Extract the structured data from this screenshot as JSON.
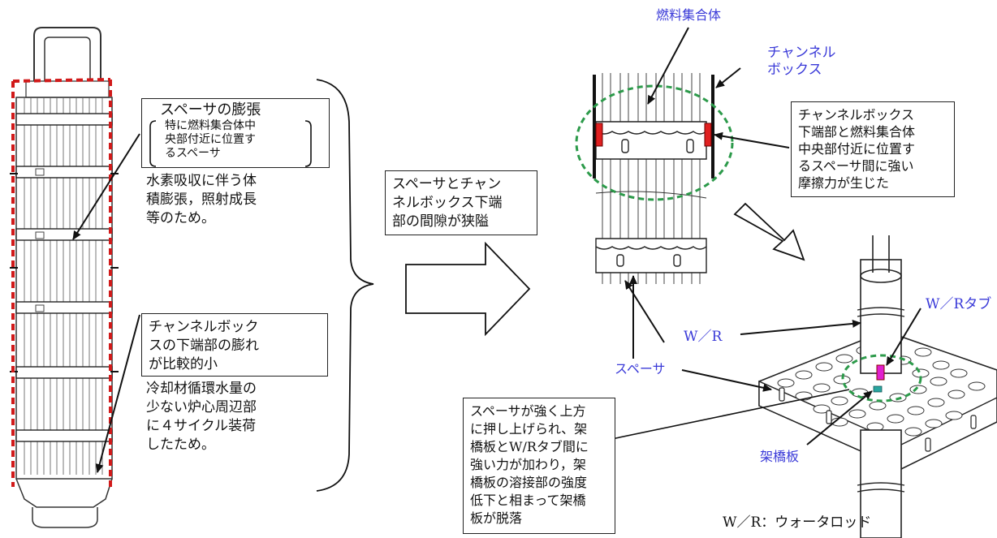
{
  "labels": {
    "fuel_assembly": "燃料集合体",
    "channel_box": "チャンネル\nボックス",
    "wr": "W／R",
    "spacer": "スペーサ",
    "kakyo_plate": "架橋板",
    "wr_tab": "W／Rタブ",
    "wr_legend": "W／R：ウォータロッド"
  },
  "boxes": {
    "spacer_swelling_title": "スペーサの膨張",
    "spacer_swelling_sub": "特に燃料集合体中\n央部付近に位置す\nるスペーサ",
    "spacer_swelling_reason": "水素吸収に伴う体\n積膨張，照射成長\n等のため。",
    "channel_bulge_title": "チャンネルボック\nスの下端部の膨れ\nが比較的小",
    "channel_bulge_reason": "冷却材循環水量の\n少ない炉心周辺部\nに４サイクル装荷\nしたため。",
    "gap_narrow": "スペーサとチャン\nネルボックス下端\n部の間隙が狭隘",
    "friction": "チャンネルボックス\n下端部と燃料集合体\n中央部付近に位置す\nるスペーサ間に強い\n摩擦力が生じた",
    "result": "スペーサが強く上方\nに押し上げられ、架\n橋板とW/Rタブ間に\n強い力が加わり，架\n橋板の溶接部の強度\n低下と相まって架橋\n板が脱落"
  },
  "colors": {
    "blue_label": "#3a3ad8",
    "red_dash": "#d11a1a",
    "green_circle": "#2c9a4a",
    "red_mark": "#e02020",
    "magenta_tab": "#e020d0"
  }
}
